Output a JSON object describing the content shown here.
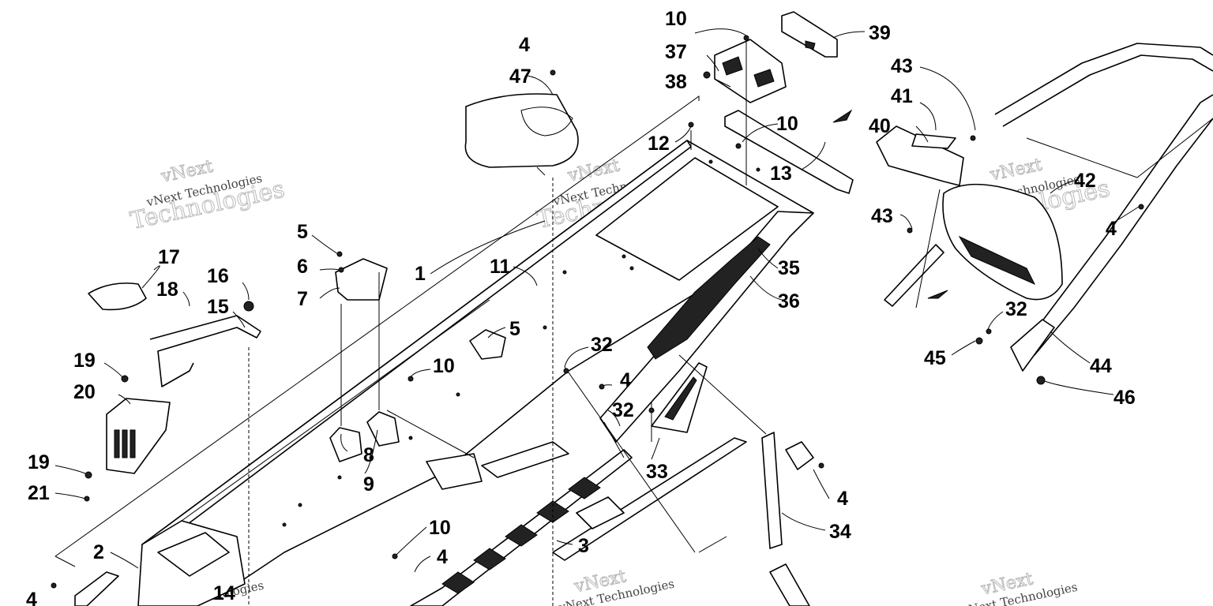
{
  "watermark": {
    "line1": "vNext",
    "line2": "vNext Technologies",
    "line3": "Technologies"
  },
  "callouts": [
    {
      "id": "c1",
      "label": "1"
    },
    {
      "id": "c2",
      "label": "2"
    },
    {
      "id": "c3",
      "label": "3"
    },
    {
      "id": "c4a",
      "label": "4"
    },
    {
      "id": "c4b",
      "label": "4"
    },
    {
      "id": "c4c",
      "label": "4"
    },
    {
      "id": "c4d",
      "label": "4"
    },
    {
      "id": "c4e",
      "label": "4"
    },
    {
      "id": "c4f",
      "label": "4"
    },
    {
      "id": "c5a",
      "label": "5"
    },
    {
      "id": "c5b",
      "label": "5"
    },
    {
      "id": "c6",
      "label": "6"
    },
    {
      "id": "c7",
      "label": "7"
    },
    {
      "id": "c8",
      "label": "8"
    },
    {
      "id": "c9",
      "label": "9"
    },
    {
      "id": "c10a",
      "label": "10"
    },
    {
      "id": "c10b",
      "label": "10"
    },
    {
      "id": "c10c",
      "label": "10"
    },
    {
      "id": "c10d",
      "label": "10"
    },
    {
      "id": "c11",
      "label": "11"
    },
    {
      "id": "c12",
      "label": "12"
    },
    {
      "id": "c13",
      "label": "13"
    },
    {
      "id": "c14",
      "label": "14"
    },
    {
      "id": "c15",
      "label": "15"
    },
    {
      "id": "c16",
      "label": "16"
    },
    {
      "id": "c17",
      "label": "17"
    },
    {
      "id": "c18",
      "label": "18"
    },
    {
      "id": "c19a",
      "label": "19"
    },
    {
      "id": "c19b",
      "label": "19"
    },
    {
      "id": "c20",
      "label": "20"
    },
    {
      "id": "c21",
      "label": "21"
    },
    {
      "id": "c32a",
      "label": "32"
    },
    {
      "id": "c32b",
      "label": "32"
    },
    {
      "id": "c32c",
      "label": "32"
    },
    {
      "id": "c33",
      "label": "33"
    },
    {
      "id": "c34",
      "label": "34"
    },
    {
      "id": "c35",
      "label": "35"
    },
    {
      "id": "c36",
      "label": "36"
    },
    {
      "id": "c37",
      "label": "37"
    },
    {
      "id": "c38",
      "label": "38"
    },
    {
      "id": "c39",
      "label": "39"
    },
    {
      "id": "c40",
      "label": "40"
    },
    {
      "id": "c41",
      "label": "41"
    },
    {
      "id": "c42",
      "label": "42"
    },
    {
      "id": "c43a",
      "label": "43"
    },
    {
      "id": "c43b",
      "label": "43"
    },
    {
      "id": "c44",
      "label": "44"
    },
    {
      "id": "c45",
      "label": "45"
    },
    {
      "id": "c46",
      "label": "46"
    },
    {
      "id": "c47",
      "label": "47"
    }
  ]
}
